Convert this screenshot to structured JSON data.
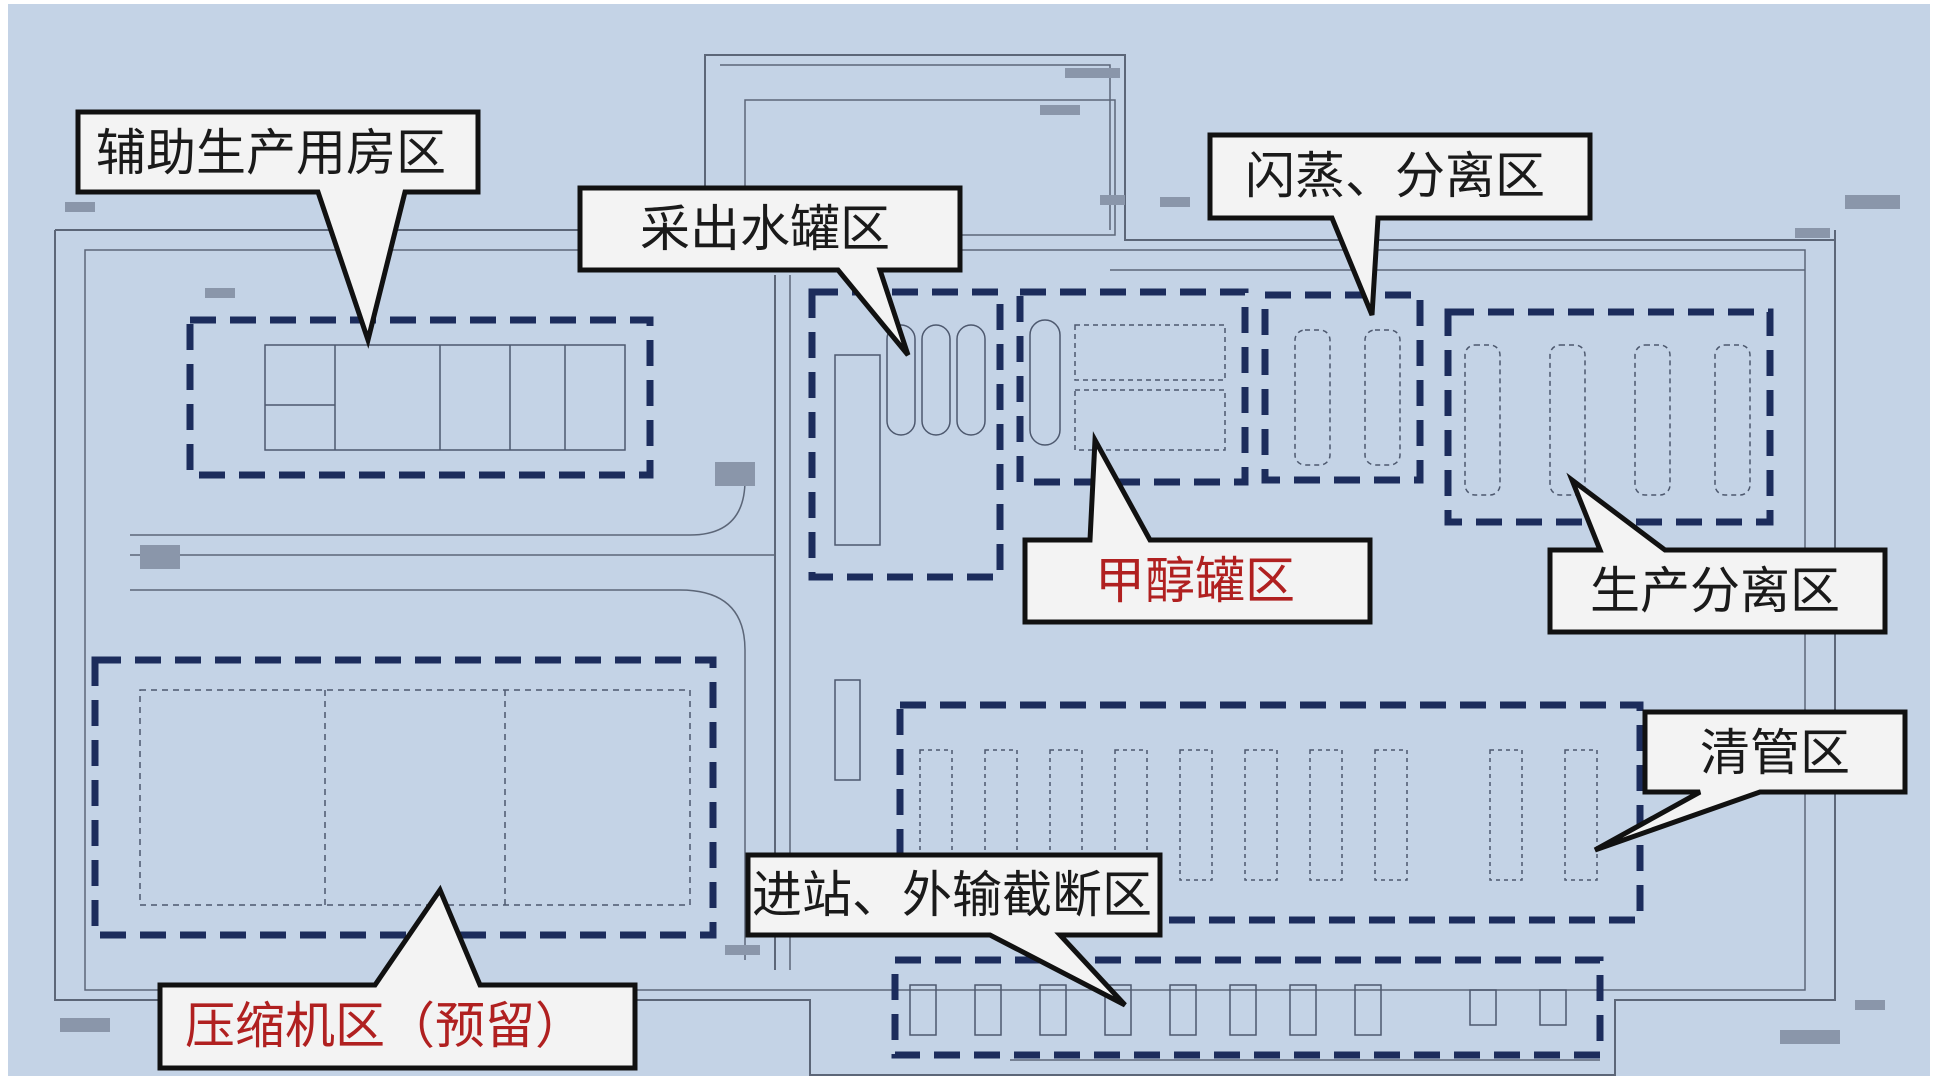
{
  "zones": {
    "auxiliary": "辅助生产用房区",
    "water_tank": "采出水罐区",
    "flash": "闪蒸、分离区",
    "methanol": "甲醇罐区",
    "production_sep": "生产分离区",
    "pigging": "清管区",
    "inlet_cutoff": "进站、外输截断区",
    "compressor": "压缩机区（预留）"
  },
  "colors": {
    "paper": "#c4d3e6",
    "dash": "#1c2c5c",
    "callout_fill": "#f3f3f3",
    "callout_border": "#111111",
    "red_text": "#b02020"
  }
}
